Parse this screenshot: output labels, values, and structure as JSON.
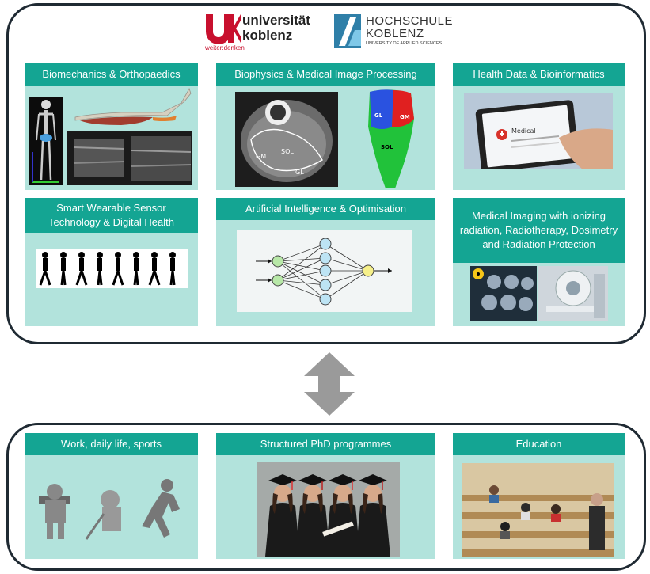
{
  "logos": {
    "uk_mark": "uk",
    "uk_name_line1": "universität",
    "uk_name_line2": "koblenz",
    "uk_tagline": "weiter:denken",
    "hs_line1": "HOCHSCHULE",
    "hs_line2": "KOBLENZ",
    "hs_tagline": "UNIVERSITY OF APPLIED SCIENCES"
  },
  "research_panels": [
    {
      "title": "Biomechanics & Orthopaedics"
    },
    {
      "title": "Biophysics & Medical Image Processing",
      "labels": [
        "GM",
        "SOL",
        "GL",
        "GL",
        "GM",
        "SOL"
      ]
    },
    {
      "title": "Health Data & Bioinformatics",
      "tablet_text": "Medical"
    },
    {
      "title": "Smart Wearable Sensor Technology & Digital Health"
    },
    {
      "title": "Artificial Intelligence & Optimisation"
    },
    {
      "title": "Medical Imaging with ionizing radiation, Radiotherapy, Dosimetry and Radiation Protection"
    }
  ],
  "application_panels": [
    {
      "title": "Work, daily life, sports"
    },
    {
      "title": "Structured PhD programmes"
    },
    {
      "title": "Education"
    }
  ],
  "colors": {
    "frame": "#1f2a33",
    "panel_bg": "#b2e3dc",
    "header_bg": "#14a593",
    "uk_red": "#c8102e",
    "hs_blue": "#2f7fa8",
    "arrow": "#9a9a9a"
  }
}
